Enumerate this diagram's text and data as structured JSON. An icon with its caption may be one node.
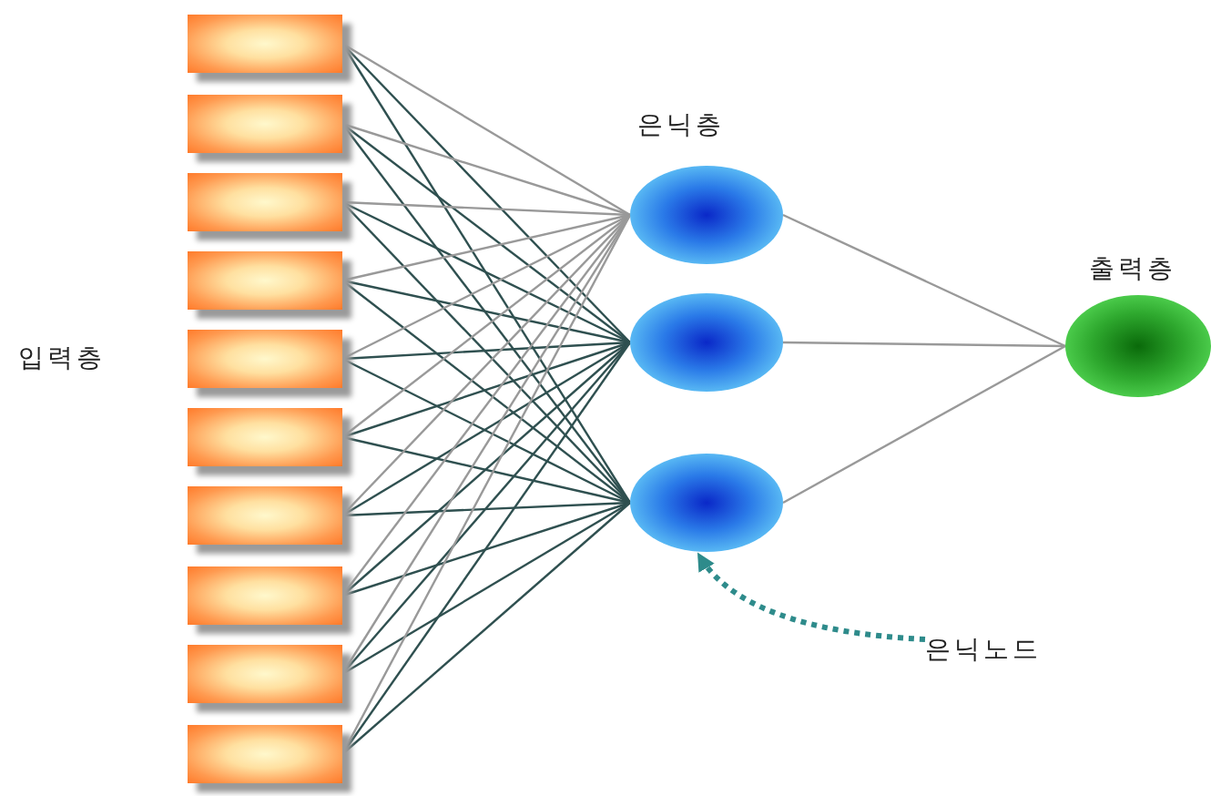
{
  "diagram": {
    "nodes": [
      {
        "text": [],
        "shape": "box"
      },
      {
        "text": [],
        "shape": "box"
      },
      {
        "text": [],
        "shape": "box"
      },
      {
        "text": [],
        "shape": "box"
      },
      {
        "text": [],
        "shape": "box"
      },
      {
        "text": [],
        "shape": "box"
      },
      {
        "text": [],
        "shape": "box"
      },
      {
        "text": [],
        "shape": "box"
      },
      {
        "text": [],
        "shape": "box"
      },
      {
        "text": [],
        "shape": "box"
      },
      {
        "text": [],
        "shape": "circle"
      },
      {
        "text": [],
        "shape": "circle"
      },
      {
        "text": [],
        "shape": "circle"
      },
      {
        "text": [],
        "shape": "circle"
      },
      {
        "text": [
          "은닉노드"
        ]
      }
    ],
    "edges": [
      {
        "from": 0,
        "to": 10,
        "arrow": "none",
        "color": "#999999"
      },
      {
        "from": 0,
        "to": 11,
        "arrow": "none"
      },
      {
        "from": 0,
        "to": 12,
        "arrow": "none"
      },
      {
        "from": 1,
        "to": 10,
        "arrow": "none",
        "color": "#999999"
      },
      {
        "from": 1,
        "to": 11,
        "arrow": "none"
      },
      {
        "from": 1,
        "to": 12,
        "arrow": "none"
      },
      {
        "from": 2,
        "to": 10,
        "arrow": "none",
        "color": "#999999"
      },
      {
        "from": 2,
        "to": 11,
        "arrow": "none"
      },
      {
        "from": 2,
        "to": 12,
        "arrow": "none"
      },
      {
        "from": 3,
        "to": 10,
        "arrow": "none",
        "color": "#999999"
      },
      {
        "from": 3,
        "to": 11,
        "arrow": "none"
      },
      {
        "from": 3,
        "to": 12,
        "arrow": "none"
      },
      {
        "from": 4,
        "to": 10,
        "arrow": "none",
        "color": "#999999"
      },
      {
        "from": 4,
        "to": 11,
        "arrow": "none"
      },
      {
        "from": 4,
        "to": 12,
        "arrow": "none"
      },
      {
        "from": 5,
        "to": 10,
        "arrow": "none",
        "color": "#999999"
      },
      {
        "from": 5,
        "to": 11,
        "arrow": "none"
      },
      {
        "from": 5,
        "to": 12,
        "arrow": "none"
      },
      {
        "from": 6,
        "to": 10,
        "arrow": "none",
        "color": "#999999"
      },
      {
        "from": 6,
        "to": 11,
        "arrow": "none"
      },
      {
        "from": 6,
        "to": 12,
        "arrow": "none"
      },
      {
        "from": 7,
        "to": 10,
        "arrow": "none",
        "color": "#999999"
      },
      {
        "from": 7,
        "to": 11,
        "arrow": "none"
      },
      {
        "from": 7,
        "to": 12,
        "arrow": "none"
      },
      {
        "from": 8,
        "to": 10,
        "arrow": "none",
        "color": "#999999"
      },
      {
        "from": 8,
        "to": 11,
        "arrow": "none"
      },
      {
        "from": 8,
        "to": 12,
        "arrow": "none"
      },
      {
        "from": 9,
        "to": 10,
        "arrow": "none",
        "color": "#999999"
      },
      {
        "from": 9,
        "to": 11,
        "arrow": "none"
      },
      {
        "from": 9,
        "to": 12,
        "arrow": "none"
      },
      {
        "from": 10,
        "to": 13,
        "arrow": "none",
        "color": "#999999"
      },
      {
        "from": 11,
        "to": 13,
        "arrow": "none",
        "color": "#999999"
      },
      {
        "from": 12,
        "to": 13,
        "arrow": "none",
        "color": "#999999"
      },
      {
        "from": 14,
        "to": 12,
        "arrow": "to",
        "style": "dashed",
        "color": "#2e8b8b"
      }
    ],
    "labels": [
      "은닉층",
      "입력층",
      "출력층"
    ]
  }
}
